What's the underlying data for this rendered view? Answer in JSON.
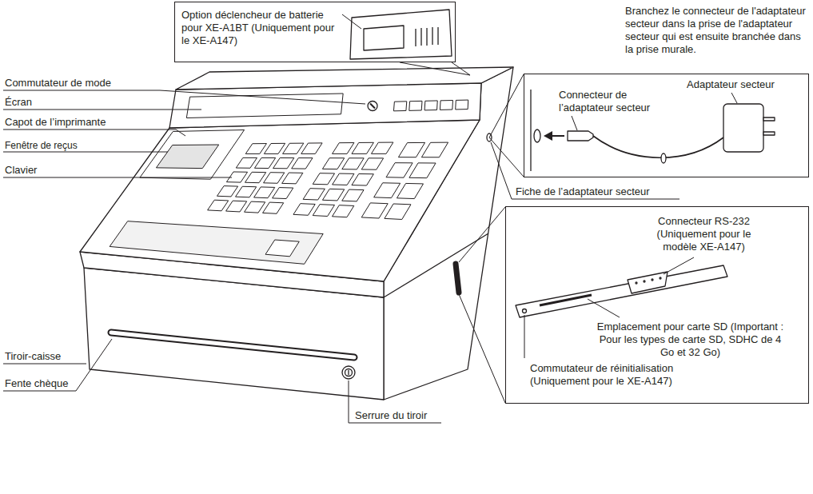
{
  "diagram": {
    "nodes": [
      {
        "text": [
          "Option déclencheur de batterie pour XE-A1BT (Uniquement pour le XE-A147)"
        ]
      },
      {
        "text": [
          "Adaptateur secteur",
          "Connecteur de l’adaptateur secteur"
        ]
      },
      {
        "text": [
          "Connecteur RS-232 (Uniquement pour le modèle XE-A147)",
          "Emplacement pour carte SD (Important : Pour les types de carte SD, SDHC de 4 Go et 32 Go)",
          "Commutateur de réinitialisation (Uniquement pour le XE-A147)"
        ]
      }
    ],
    "labels": [
      "Branchez le connecteur de l'adaptateur secteur dans la prise de l'adaptateur secteur qui est ensuite branchée dans la prise murale.",
      "Commutateur de mode",
      "Écran",
      "Capot de l’imprimante",
      "Fenêtre de reçus",
      "Clavier",
      "Fiche de l’adaptateur secteur",
      "Tiroir-caisse",
      "Fente chèque",
      "Serrure du tiroir"
    ]
  }
}
